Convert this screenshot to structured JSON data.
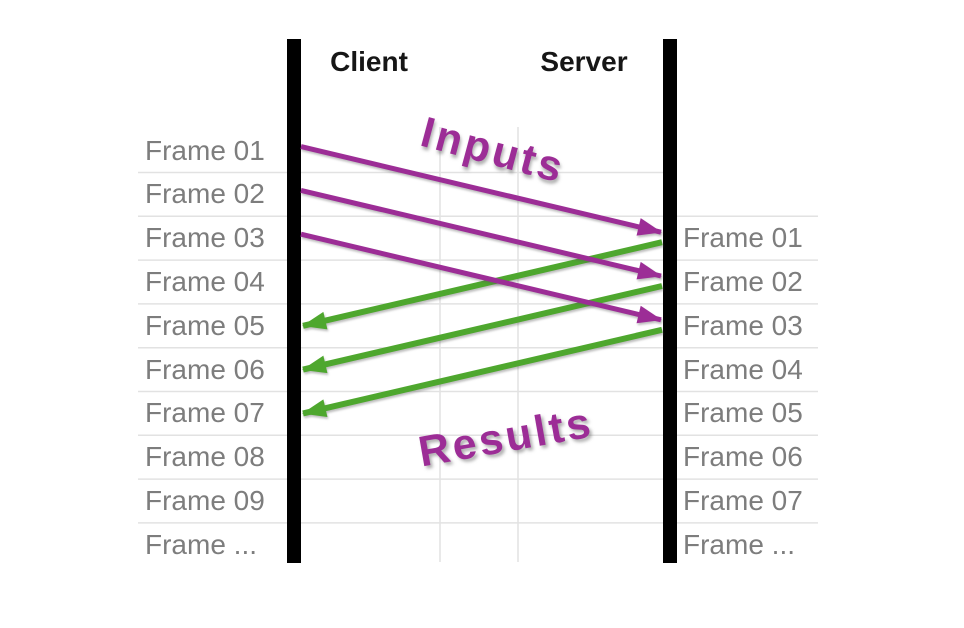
{
  "diagram": {
    "header": {
      "client": "Client",
      "server": "Server"
    },
    "client_frames": [
      "Frame 01",
      "Frame 02",
      "Frame 03",
      "Frame 04",
      "Frame 05",
      "Frame 06",
      "Frame 07",
      "Frame 08",
      "Frame 09",
      "Frame ..."
    ],
    "server_frames": [
      "Frame 01",
      "Frame 02",
      "Frame 03",
      "Frame 04",
      "Frame 05",
      "Frame 06",
      "Frame 07",
      "Frame ..."
    ],
    "annotations": {
      "inputs": "Inputs",
      "results": "Results"
    },
    "arrows": {
      "inputs": [
        {
          "from_client_frame": "Frame 01",
          "to_server_frame": "Frame 01"
        },
        {
          "from_client_frame": "Frame 02",
          "to_server_frame": "Frame 02"
        },
        {
          "from_client_frame": "Frame 03",
          "to_server_frame": "Frame 03"
        }
      ],
      "results": [
        {
          "from_server_frame": "Frame 01",
          "to_client_frame": "Frame 05"
        },
        {
          "from_server_frame": "Frame 02",
          "to_client_frame": "Frame 06"
        },
        {
          "from_server_frame": "Frame 03",
          "to_client_frame": "Frame 07"
        }
      ]
    },
    "colors": {
      "inputs_purple": "#9C2D96",
      "results_green": "#4EA72E",
      "frame_label_gray": "#7D7D7D",
      "timeline_bar_black": "#000000",
      "gridline_gray": "#E2E2E2"
    }
  }
}
